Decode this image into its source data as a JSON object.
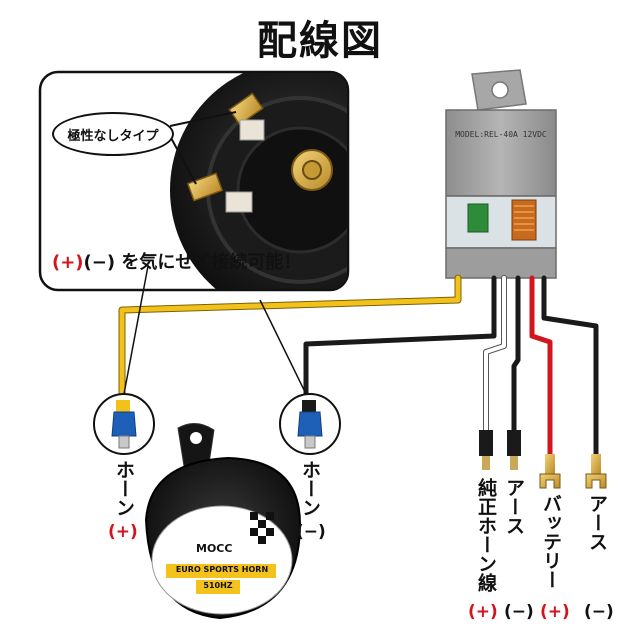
{
  "title": "配線図",
  "callout": {
    "text": "極性なしタイプ",
    "notice_plus": "(+)",
    "notice_minus": "(−)",
    "notice_text": "を気にせず接続可能！"
  },
  "relay": {
    "model": "MODEL:REL-40A 12VDC"
  },
  "horn": {
    "brand": "MOCC",
    "label": "EURO SPORTS HORN",
    "freq": "510HZ",
    "left_terminal": {
      "label": "ホーン",
      "sign": "(+)"
    },
    "right_terminal": {
      "label": "ホーン",
      "sign": "(−)"
    }
  },
  "wires": [
    {
      "label": "純正ホーン線",
      "sign": "(+)",
      "sign_color": "#d1161d"
    },
    {
      "label": "アース",
      "sign": "(−)",
      "sign_color": "#111111"
    },
    {
      "label": "バッテリー",
      "sign": "(+)",
      "sign_color": "#d1161d"
    },
    {
      "label": "アース",
      "sign": "(−)",
      "sign_color": "#111111"
    }
  ],
  "colors": {
    "yellow_wire": "#f2c21a",
    "black_wire": "#1a1a1a",
    "white_wire": "#ffffff",
    "red_wire": "#d1161d",
    "terminal_blue": "#1e5fb8"
  }
}
